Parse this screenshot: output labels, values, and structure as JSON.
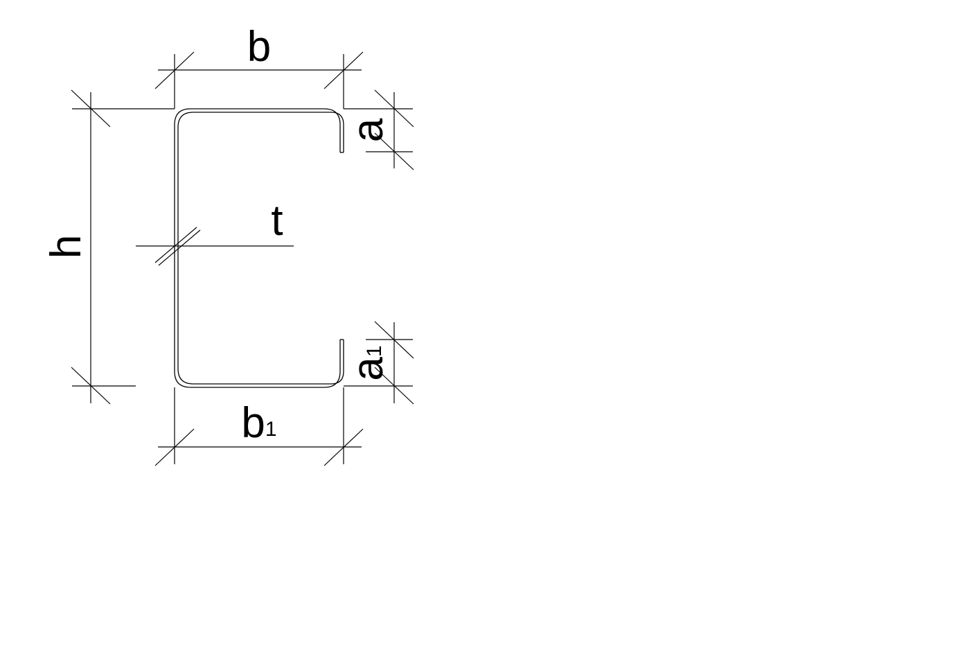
{
  "labels": {
    "b": "b",
    "b1_main": "b",
    "b1_sub": "1",
    "h": "h",
    "t": "t",
    "a": "a",
    "a1_main": "a",
    "a1_sub": "1"
  },
  "colors": {
    "stroke": "#000000",
    "background": "#ffffff"
  }
}
